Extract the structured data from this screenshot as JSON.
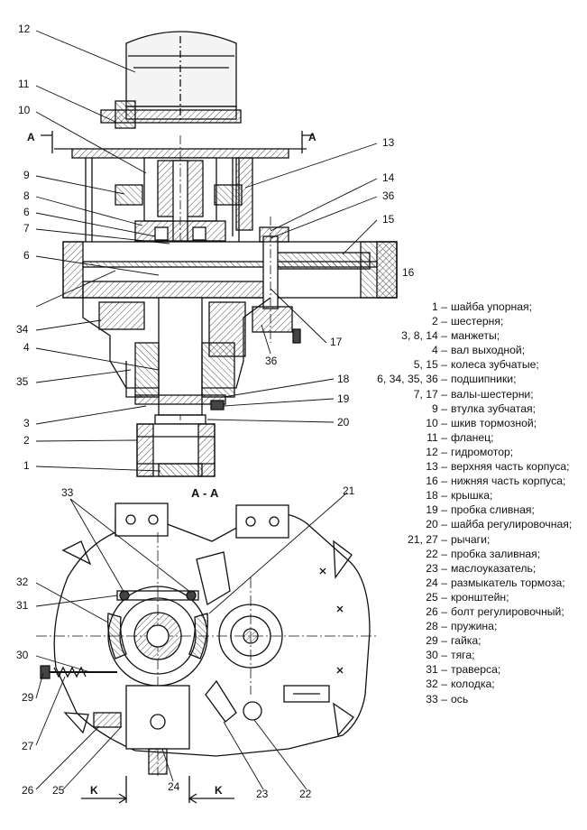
{
  "section_title": "А - А",
  "callouts": [
    "12",
    "11",
    "10",
    "A",
    "A",
    "13",
    "9",
    "14",
    "36",
    "8",
    "6",
    "15",
    "7",
    "6",
    "16",
    "34",
    "17",
    "36",
    "4",
    "18",
    "35",
    "19",
    "3",
    "20",
    "2",
    "1",
    "33",
    "21",
    "32",
    "31",
    "30",
    "29",
    "27",
    "26",
    "25",
    "24",
    "23",
    "22",
    "K",
    "K"
  ],
  "legend": [
    {
      "num": "1 –",
      "text": "шайба упорная;"
    },
    {
      "num": "2 –",
      "text": "шестерня;"
    },
    {
      "num": "3, 8, 14 –",
      "text": "манжеты;"
    },
    {
      "num": "4 –",
      "text": "вал выходной;"
    },
    {
      "num": "5, 15 –",
      "text": "колеса зубчатые;"
    },
    {
      "num": "6, 34, 35, 36 –",
      "text": "подшипники;"
    },
    {
      "num": "7, 17 –",
      "text": "валы-шестерни;"
    },
    {
      "num": "9 –",
      "text": "втулка зубчатая;"
    },
    {
      "num": "10 –",
      "text": "шкив тормозной;"
    },
    {
      "num": "11 –",
      "text": "фланец;"
    },
    {
      "num": "12 –",
      "text": "гидромотор;"
    },
    {
      "num": "13 –",
      "text": "верхняя часть корпуса;"
    },
    {
      "num": "16 –",
      "text": "нижняя часть корпуса;"
    },
    {
      "num": "18 –",
      "text": "крышка;"
    },
    {
      "num": "19 –",
      "text": "пробка сливная;"
    },
    {
      "num": "20 –",
      "text": "шайба регулировочная;"
    },
    {
      "num": "21, 27 –",
      "text": "рычаги;"
    },
    {
      "num": "22 –",
      "text": "пробка заливная;"
    },
    {
      "num": "23 –",
      "text": "маслоуказатель;"
    },
    {
      "num": "24 –",
      "text": "размыкатель тормоза;"
    },
    {
      "num": "25 –",
      "text": "кронштейн;"
    },
    {
      "num": "26 –",
      "text": "болт регулировочный;"
    },
    {
      "num": "28 –",
      "text": "пружина;"
    },
    {
      "num": "29 –",
      "text": "гайка;"
    },
    {
      "num": "30 –",
      "text": "тяга;"
    },
    {
      "num": "31 –",
      "text": "траверса;"
    },
    {
      "num": "32 –",
      "text": "колодка;"
    },
    {
      "num": "33 –",
      "text": "ось"
    }
  ]
}
